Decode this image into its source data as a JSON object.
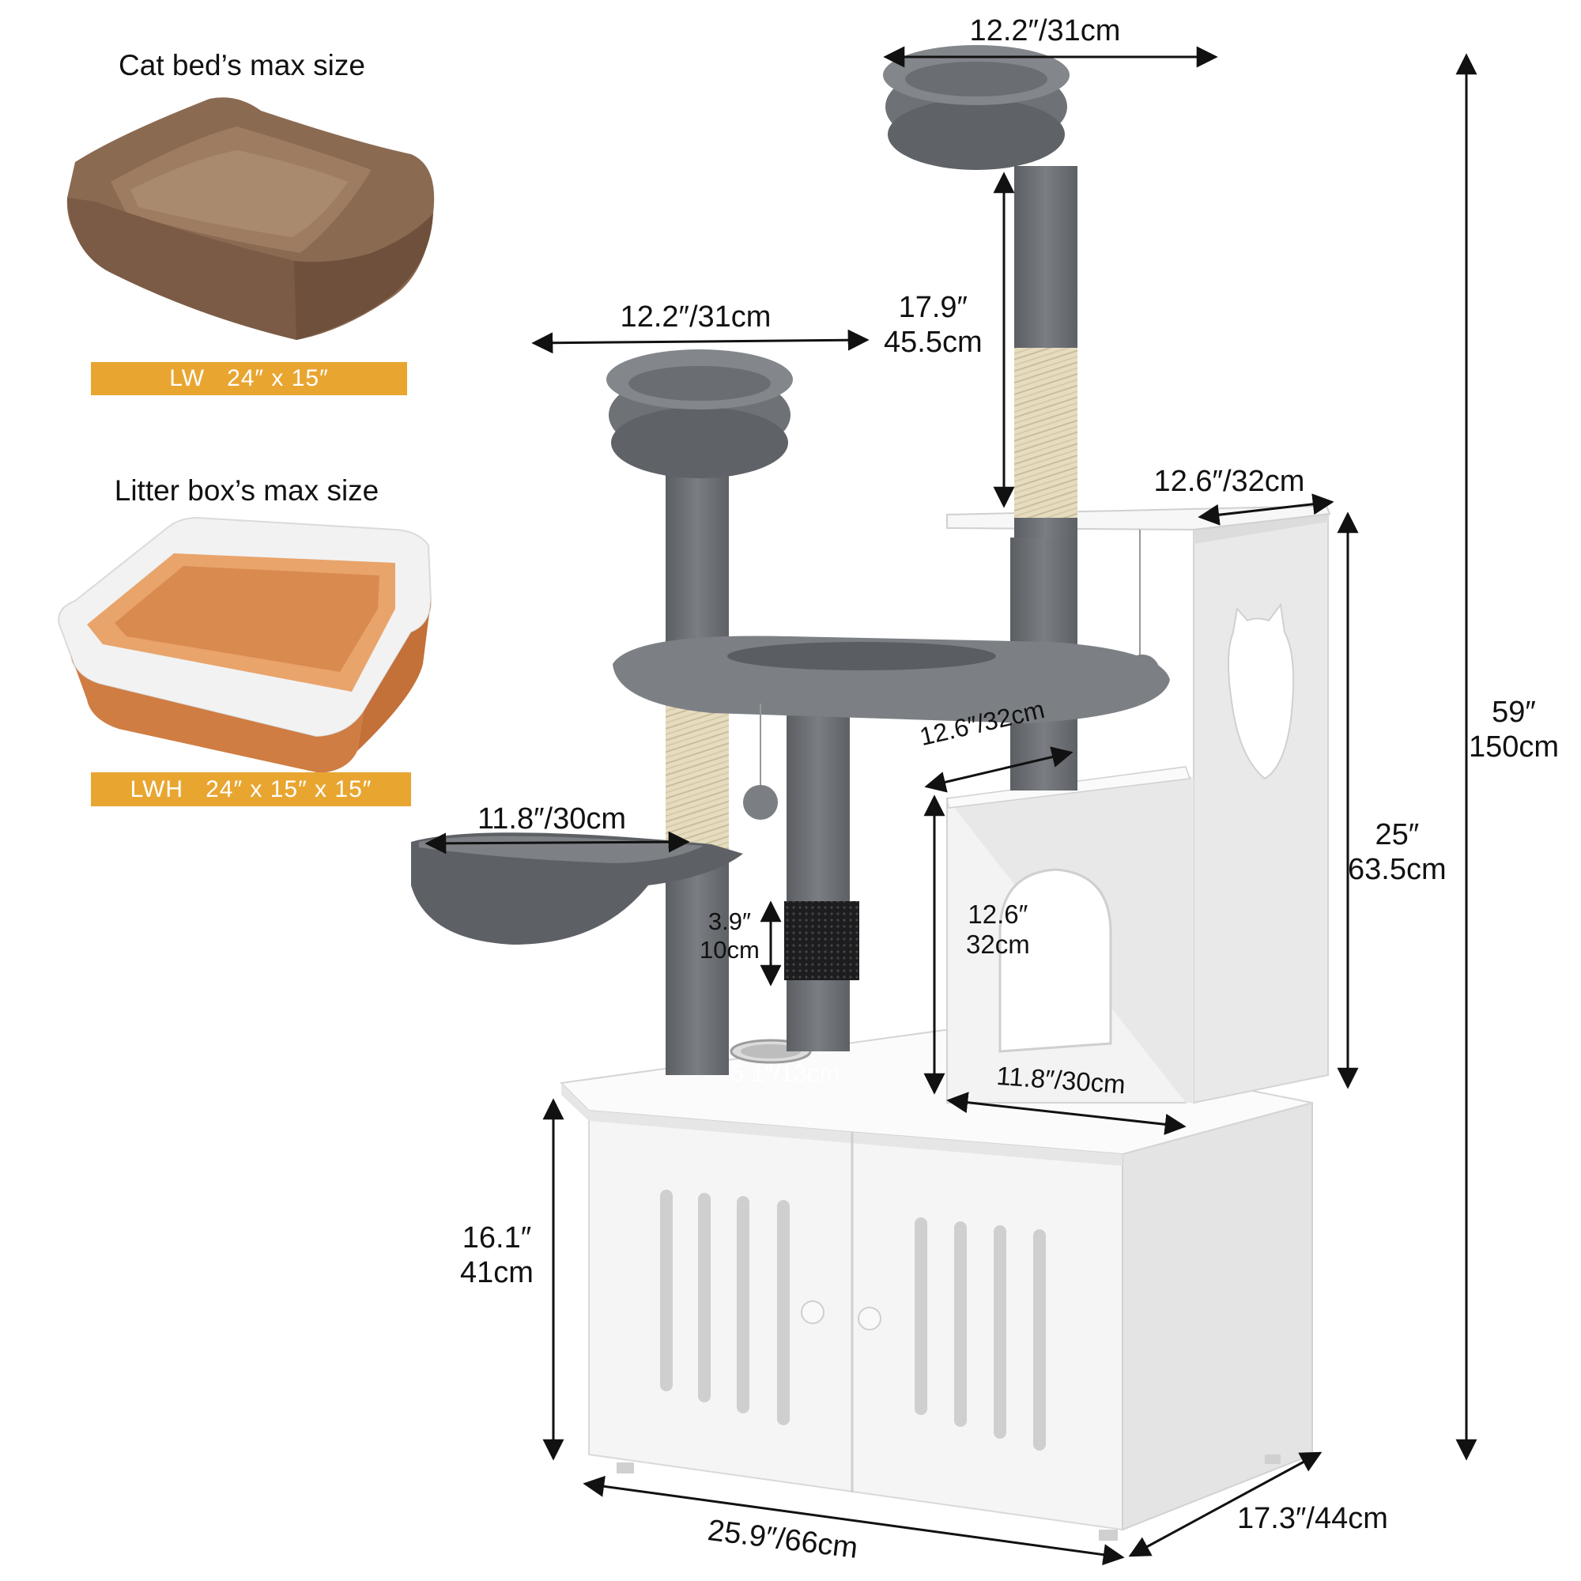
{
  "left_panel": {
    "cat_bed": {
      "heading": "Cat bed’s max size",
      "banner_label": "LW",
      "banner_value": "24″ x 15″"
    },
    "litter_box": {
      "heading": "Litter box’s max size",
      "banner_label": "LWH",
      "banner_value": "24″ x 15″ x 15″"
    }
  },
  "dimensions": {
    "top_perch_width": "12.2″/31cm",
    "top_post_height_in": "17.9″",
    "top_post_height_cm": "45.5cm",
    "middle_perch_width": "12.2″/31cm",
    "top_shelf_width": "12.6″/32cm",
    "total_height_in": "59″",
    "total_height_cm": "150cm",
    "side_tower_height_in": "25″",
    "side_tower_height_cm": "63.5cm",
    "condo_depth": "12.6″/32cm",
    "hammock_width": "11.8″/30cm",
    "brush_height_in": "3.9″",
    "brush_height_cm": "10cm",
    "condo_height_in": "12.6″",
    "condo_height_cm": "32cm",
    "bowl_diameter": "5.1″/13cm",
    "condo_width": "11.8″/30cm",
    "cabinet_height_in": "16.1″",
    "cabinet_height_cm": "41cm",
    "cabinet_width": "25.9″/66cm",
    "cabinet_depth": "17.3″/44cm"
  },
  "colors": {
    "plush_gray": "#6e7277",
    "plush_light": "#8a8e93",
    "sisal": "#e6dcc0",
    "wood_white": "#f4f4f4",
    "bed_brown": "#8b6a52",
    "litter_orange": "#d98a4e",
    "banner_orange": "#e8a631"
  }
}
